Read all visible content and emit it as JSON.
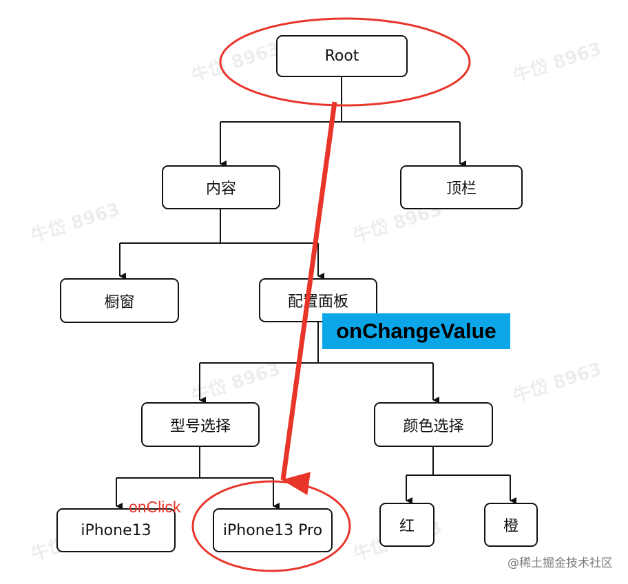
{
  "nodes": {
    "root": "Root",
    "content": "内容",
    "topbar": "顶栏",
    "showcase": "橱窗",
    "config_panel": "配置面板",
    "model_select": "型号选择",
    "color_select": "颜色选择",
    "iphone13": "iPhone13",
    "iphone13_pro": "iPhone13 Pro",
    "red": "红",
    "orange": "橙"
  },
  "annotations": {
    "on_change_value": "onChangeValue",
    "on_click": "onClick"
  },
  "watermark_text": "牛岱 8963",
  "credit": "@稀土掘金技术社区",
  "colors": {
    "highlight_red": "#e8352a",
    "callout_blue": "#0aa6e8"
  }
}
